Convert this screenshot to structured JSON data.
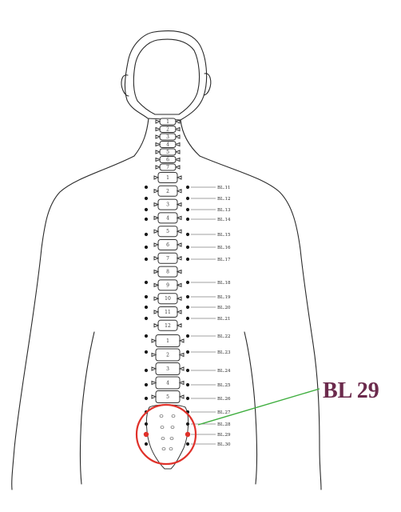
{
  "highlight": {
    "label": "BL  29",
    "point": "BL.29",
    "text_color": "#6b2a4c",
    "line_color": "#3fae3f",
    "ring_color": "#e0312a",
    "dot_color": "#e0312a"
  },
  "cervical_numbers": [
    "1",
    "2",
    "3",
    "4",
    "5",
    "6",
    "7"
  ],
  "thoracic_numbers": [
    "1",
    "2",
    "3",
    "4",
    "5",
    "6",
    "7",
    "8",
    "9",
    "10",
    "11",
    "12"
  ],
  "lumbar_numbers": [
    "1",
    "2",
    "3",
    "4",
    "5"
  ],
  "points": [
    {
      "label": "BL.11"
    },
    {
      "label": "BL.12"
    },
    {
      "label": "BL.13"
    },
    {
      "label": "BL.14"
    },
    {
      "label": "BL.15"
    },
    {
      "label": "BL.16"
    },
    {
      "label": "BL.17"
    },
    {
      "label": "BL.18"
    },
    {
      "label": "BL.19"
    },
    {
      "label": "BL.20"
    },
    {
      "label": "BL.21"
    },
    {
      "label": "BL.22"
    },
    {
      "label": "BL.23"
    },
    {
      "label": "BL.24"
    },
    {
      "label": "BL.25"
    },
    {
      "label": "BL.26"
    },
    {
      "label": "BL.27"
    },
    {
      "label": "BL.28"
    },
    {
      "label": "BL.29"
    },
    {
      "label": "BL.30"
    }
  ]
}
